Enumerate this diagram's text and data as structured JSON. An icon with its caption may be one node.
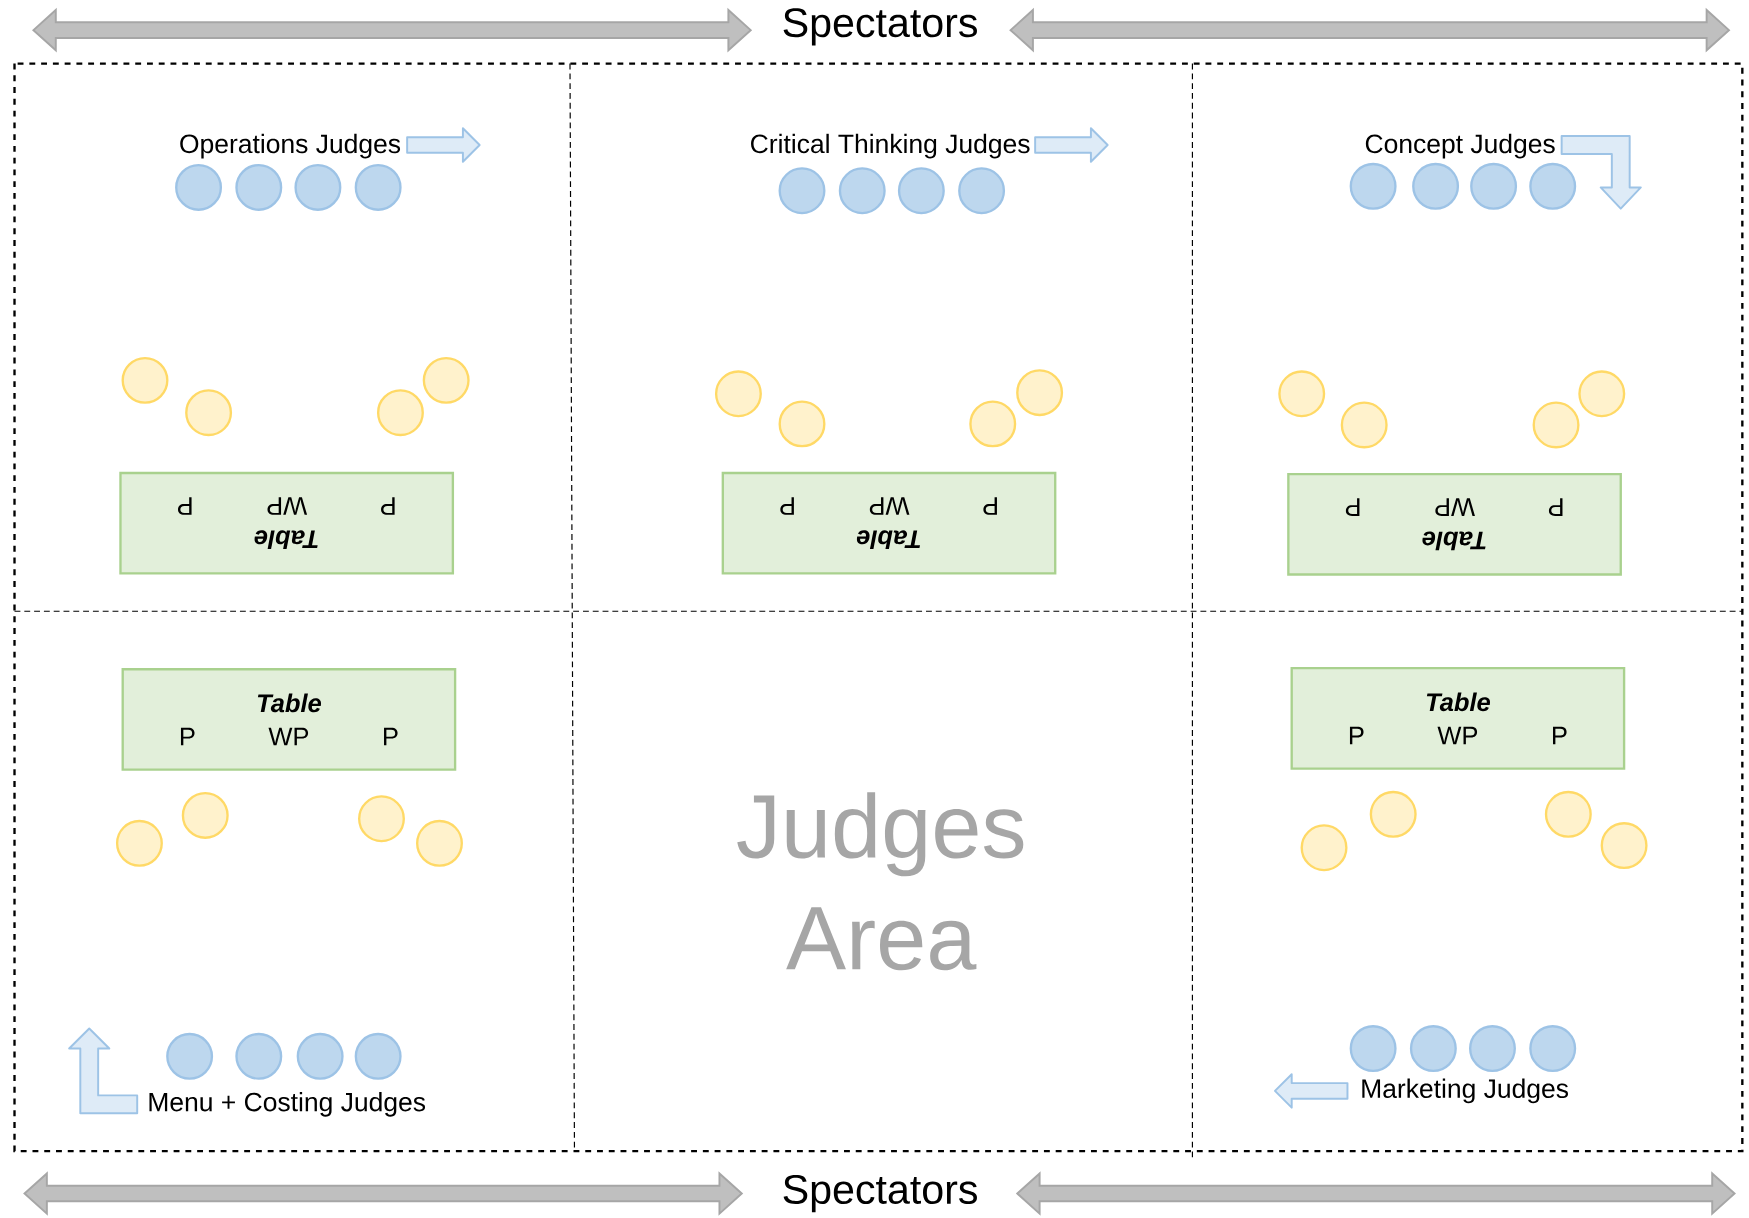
{
  "diagram": {
    "nodes": [
      {
        "text": [],
        "shape": "circle"
      },
      {
        "text": [],
        "shape": "circle"
      },
      {
        "text": [],
        "shape": "circle"
      },
      {
        "text": [],
        "shape": "circle"
      },
      {
        "text": [],
        "shape": "circle"
      },
      {
        "text": [],
        "shape": "circle"
      },
      {
        "text": [],
        "shape": "circle"
      },
      {
        "text": [],
        "shape": "circle"
      },
      {
        "text": [
          "Table",
          "P",
          "WP",
          "P"
        ]
      },
      {
        "text": [],
        "shape": "circle"
      },
      {
        "text": [],
        "shape": "circle"
      },
      {
        "text": [],
        "shape": "circle"
      },
      {
        "text": [],
        "shape": "circle"
      },
      {
        "text": [],
        "shape": "circle"
      },
      {
        "text": [],
        "shape": "circle"
      },
      {
        "text": [],
        "shape": "circle"
      },
      {
        "text": [],
        "shape": "circle"
      },
      {
        "text": [
          "Table",
          "P",
          "WP",
          "P"
        ]
      },
      {
        "text": [],
        "shape": "circle"
      },
      {
        "text": [],
        "shape": "circle"
      },
      {
        "text": [],
        "shape": "circle"
      },
      {
        "text": [],
        "shape": "circle"
      },
      {
        "text": [],
        "shape": "circle"
      },
      {
        "text": [],
        "shape": "circle"
      },
      {
        "text": [],
        "shape": "circle"
      },
      {
        "text": [],
        "shape": "circle"
      },
      {
        "text": [
          "Table",
          "P",
          "WP",
          "P"
        ]
      },
      {
        "text": [
          "Table",
          "P",
          "WP",
          "P"
        ]
      },
      {
        "text": [],
        "shape": "circle"
      },
      {
        "text": [],
        "shape": "circle"
      },
      {
        "text": [],
        "shape": "circle"
      },
      {
        "text": [],
        "shape": "circle"
      },
      {
        "text": [],
        "shape": "circle"
      },
      {
        "text": [],
        "shape": "circle"
      },
      {
        "text": [],
        "shape": "circle"
      },
      {
        "text": [],
        "shape": "circle"
      },
      {
        "text": [
          "Table",
          "P",
          "WP",
          "P"
        ]
      },
      {
        "text": [],
        "shape": "circle"
      },
      {
        "text": [],
        "shape": "circle"
      },
      {
        "text": [],
        "shape": "circle"
      },
      {
        "text": [],
        "shape": "circle"
      },
      {
        "text": [],
        "shape": "circle"
      },
      {
        "text": [],
        "shape": "circle"
      },
      {
        "text": [],
        "shape": "circle"
      },
      {
        "text": [],
        "shape": "circle"
      }
    ],
    "labels": [
      "Spectators",
      "Operations Judges",
      "Critical Thinking Judges",
      "Concept Judges",
      "Judges Area",
      "Menu + Costing Judges",
      "Marketing Judges",
      "Spectators"
    ]
  }
}
